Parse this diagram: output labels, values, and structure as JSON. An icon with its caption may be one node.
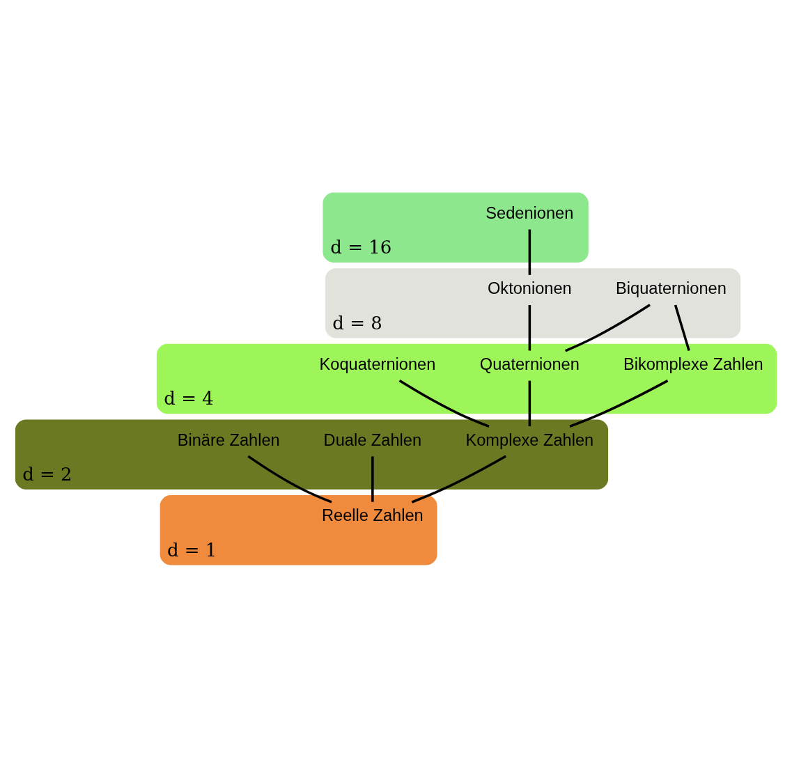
{
  "diagram": {
    "nodes": [
      {
        "text": [
          "d = 16"
        ]
      },
      {
        "text": [
          "Sedenionen"
        ],
        "in": 0
      },
      {
        "text": [
          "d = 8"
        ]
      },
      {
        "text": [
          "Biquaternionen"
        ],
        "in": 2
      },
      {
        "text": [
          "Oktonionen"
        ],
        "in": 2
      },
      {
        "text": [
          "d = 4"
        ]
      },
      {
        "text": [
          "Bikomplexe Zahlen"
        ],
        "in": 5
      },
      {
        "text": [
          "Quaternionen"
        ],
        "in": 5
      },
      {
        "text": [
          "Koquaternionen"
        ],
        "in": 5
      },
      {
        "text": [
          "d = 2"
        ]
      },
      {
        "text": [
          "Komplexe Zahlen"
        ],
        "in": 9
      },
      {
        "text": [
          "Duale Zahlen"
        ],
        "in": 9
      },
      {
        "text": [
          "Binäre Zahlen"
        ],
        "in": 9
      },
      {
        "text": [
          "d = 1"
        ]
      },
      {
        "text": [
          "Reelle Zahlen"
        ],
        "in": 13
      }
    ],
    "edges": [
      {
        "from": 4,
        "to": 1,
        "arrow": "none"
      },
      {
        "from": 6,
        "to": 3,
        "arrow": "none"
      },
      {
        "from": 7,
        "to": 3,
        "arrow": "none"
      },
      {
        "from": 7,
        "to": 4,
        "arrow": "none"
      },
      {
        "from": 10,
        "to": 6,
        "arrow": "none"
      },
      {
        "from": 10,
        "to": 7,
        "arrow": "none"
      },
      {
        "from": 10,
        "to": 8,
        "arrow": "none"
      },
      {
        "from": 14,
        "to": 11,
        "arrow": "none"
      },
      {
        "from": 14,
        "to": 10,
        "arrow": "none"
      },
      {
        "from": 14,
        "to": 12,
        "arrow": "none"
      }
    ]
  }
}
